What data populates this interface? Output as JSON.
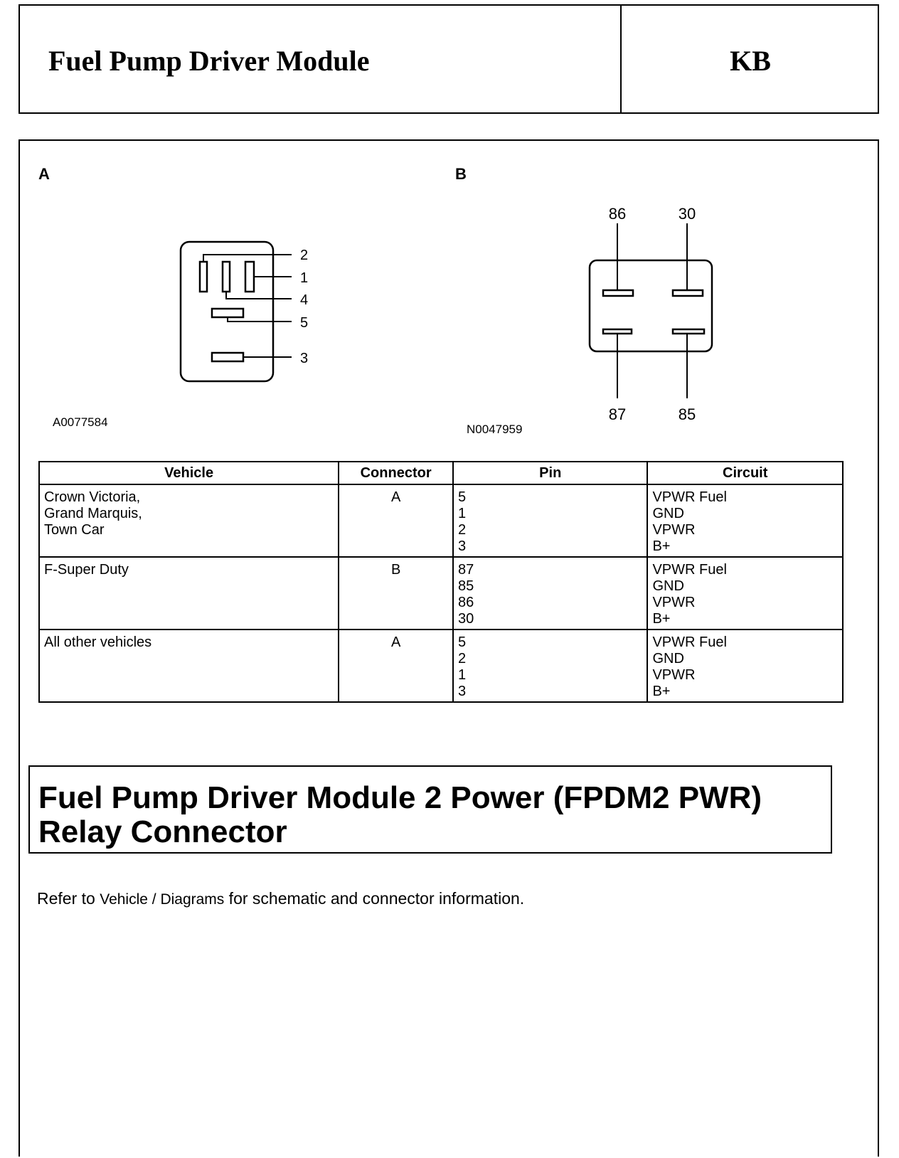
{
  "header": {
    "title": "Fuel Pump Driver Module",
    "code": "KB"
  },
  "figure_a": {
    "label": "A",
    "image_id": "A0077584",
    "pins": [
      "2",
      "1",
      "4",
      "5",
      "3"
    ]
  },
  "figure_b": {
    "label": "B",
    "image_id": "N0047959",
    "pins": [
      "86",
      "30",
      "87",
      "85"
    ]
  },
  "table": {
    "headers": [
      "Vehicle",
      "Connector",
      "Pin",
      "Circuit"
    ],
    "rows": [
      {
        "vehicle": [
          "Crown Victoria,",
          "Grand Marquis,",
          "Town Car"
        ],
        "connector": "A",
        "pins": [
          "5",
          "1",
          "2",
          "3"
        ],
        "circuits": [
          "VPWR Fuel",
          "GND",
          "VPWR",
          "B+"
        ]
      },
      {
        "vehicle": [
          "F-Super Duty"
        ],
        "connector": "B",
        "pins": [
          "87",
          "85",
          "86",
          "30"
        ],
        "circuits": [
          "VPWR Fuel",
          "GND",
          "VPWR",
          "B+"
        ]
      },
      {
        "vehicle": [
          "All other vehicles"
        ],
        "connector": "A",
        "pins": [
          "5",
          "2",
          "1",
          "3"
        ],
        "circuits": [
          "VPWR Fuel",
          "GND",
          "VPWR",
          "B+"
        ]
      }
    ]
  },
  "section": {
    "title_line1": "Fuel Pump Driver Module 2 Power (FPDM2 PWR)",
    "title_line2": "Relay Connector"
  },
  "refer": {
    "prefix": "Refer to ",
    "link": "Vehicle / Diagrams",
    "suffix": " for schematic and connector information."
  }
}
